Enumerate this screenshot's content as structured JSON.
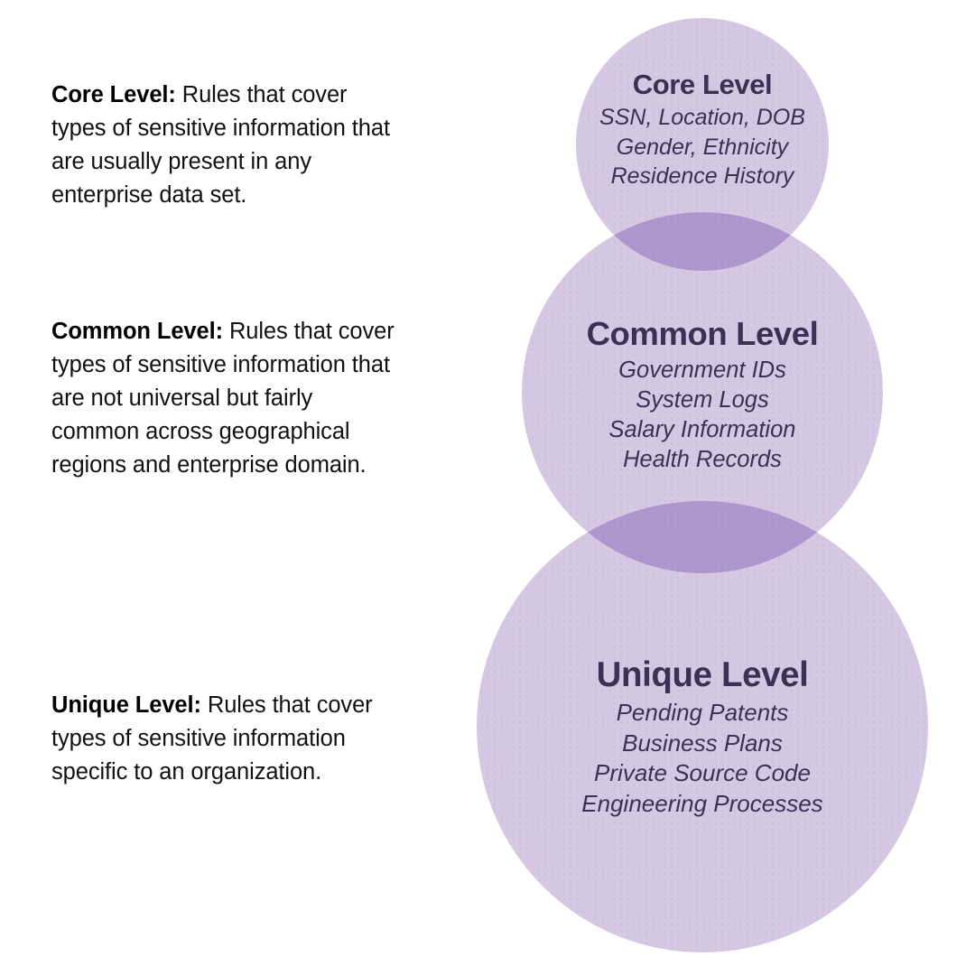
{
  "diagram": {
    "type": "venn-stacked-circles",
    "colors": {
      "circle_fill": "#d6c7e3",
      "circle_overlap": "#ae96ce",
      "circle_text": "#3c3055",
      "description_text": "#111111",
      "background": "#ffffff"
    },
    "circles": [
      {
        "id": "core",
        "title": "Core Level",
        "items": [
          "SSN, Location, DOB",
          "Gender, Ethnicity",
          "Residence History"
        ]
      },
      {
        "id": "common",
        "title": "Common Level",
        "items": [
          "Government IDs",
          "System Logs",
          "Salary Information",
          "Health Records"
        ]
      },
      {
        "id": "unique",
        "title": "Unique Level",
        "items": [
          "Pending Patents",
          "Business Plans",
          "Private Source Code",
          "Engineering Processes"
        ]
      }
    ]
  },
  "descriptions": [
    {
      "id": "core",
      "lead": "Core Level:",
      "body": " Rules that cover types of sensitive information that are usually present in any enterprise data set."
    },
    {
      "id": "common",
      "lead": "Common Level:",
      "body": " Rules that cover types of sensitive information that are not universal but fairly common across geographical regions and enterprise domain."
    },
    {
      "id": "unique",
      "lead": "Unique Level:",
      "body": " Rules that cover types of sensitive information specific to an organization."
    }
  ]
}
